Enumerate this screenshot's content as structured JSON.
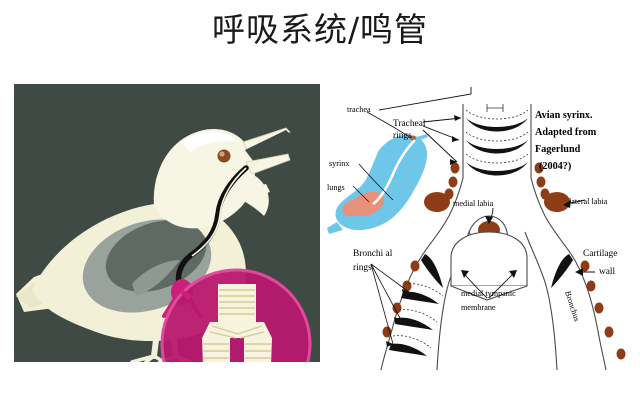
{
  "slide": {
    "title": "呼吸系统/鸣管"
  },
  "bird_photo": {
    "name": "bird-syrinx-illustration",
    "background_color": "#3f4a44",
    "bird_body_color": "#f2f1d8",
    "bird_wing_color": "#7f8a84",
    "bird_wing_dark_color": "#5e6a64",
    "eye_color": "#8a4a22",
    "magnifier_color": "#cc1f7c",
    "magnifier_fill": "#b8186e",
    "trachea_line_color": "#111111",
    "syrinx_detail_color": "#f4f1da",
    "syrinx_ring_color": "#d9cfa0",
    "labels": []
  },
  "syrinx_diagram": {
    "name": "avian-syrinx-anatomy-diagram",
    "credit": {
      "line1": "Avian syrinx.",
      "line2": "Adapted from",
      "line3": "Fagerlund",
      "line4": "(2004?)"
    },
    "labels": [
      {
        "id": "trachea",
        "text": "trachea"
      },
      {
        "id": "tracheal-rings-1",
        "text": "Tracheal"
      },
      {
        "id": "tracheal-rings-2",
        "text": "rings"
      },
      {
        "id": "syrinx",
        "text": "syrinx"
      },
      {
        "id": "lungs",
        "text": "lungs"
      },
      {
        "id": "medial-labia",
        "text": "medial labia"
      },
      {
        "id": "lateral-labia",
        "text": "lateral labia"
      },
      {
        "id": "cartilage-1",
        "text": "Cartilage"
      },
      {
        "id": "cartilage-2",
        "text": "wall"
      },
      {
        "id": "bronchial-rings-1",
        "text": "Bronchi al"
      },
      {
        "id": "bronchial-rings-2",
        "text": "rings"
      },
      {
        "id": "medial-tympanic-1",
        "text": "medial tympanic"
      },
      {
        "id": "medial-tympanic-2",
        "text": "membrane"
      },
      {
        "id": "bronchus",
        "text": "Bronchus"
      }
    ],
    "colors": {
      "bird_inset_blue": "#6ec6e9",
      "bird_inset_lung": "#e8907a",
      "cartilage_black": "#111111",
      "labia_brown": "#8d3c15",
      "outline": "#3a3a3a"
    }
  }
}
